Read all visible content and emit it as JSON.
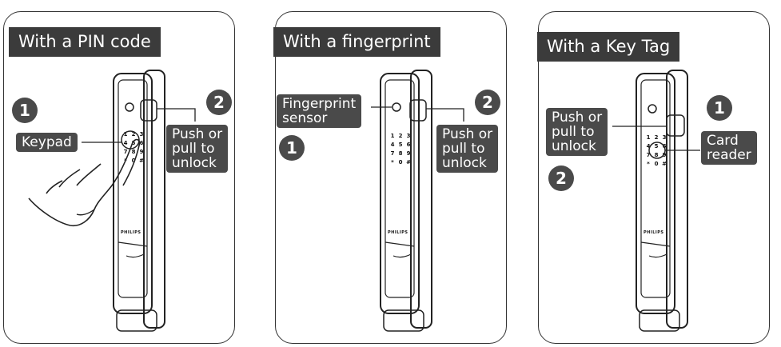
{
  "panels": [
    {
      "title": "With a PIN code",
      "labels": {
        "keypad": "Keypad",
        "push_pull": "Push or\npull to\nunlock",
        "step1": "1",
        "step2": "2"
      }
    },
    {
      "title": "With a fingerprint",
      "labels": {
        "fingerprint": "Fingerprint\nsensor",
        "push_pull": "Push or\npull to\nunlock",
        "step1": "1",
        "step2": "2"
      }
    },
    {
      "title": "With a Key Tag",
      "labels": {
        "push_pull": "Push or\npull to\nunlock",
        "card": "Card\nreader",
        "step1": "1",
        "step2": "2"
      }
    }
  ],
  "lock": {
    "brand": "PHILIPS",
    "keys": [
      "1",
      "2",
      "3",
      "4",
      "5",
      "6",
      "7",
      "8",
      "9",
      "*",
      "0",
      "#"
    ]
  },
  "colors": {
    "label_bg": "#4a4a4a",
    "title_bg": "#3b3b3b",
    "outline": "#222222"
  }
}
